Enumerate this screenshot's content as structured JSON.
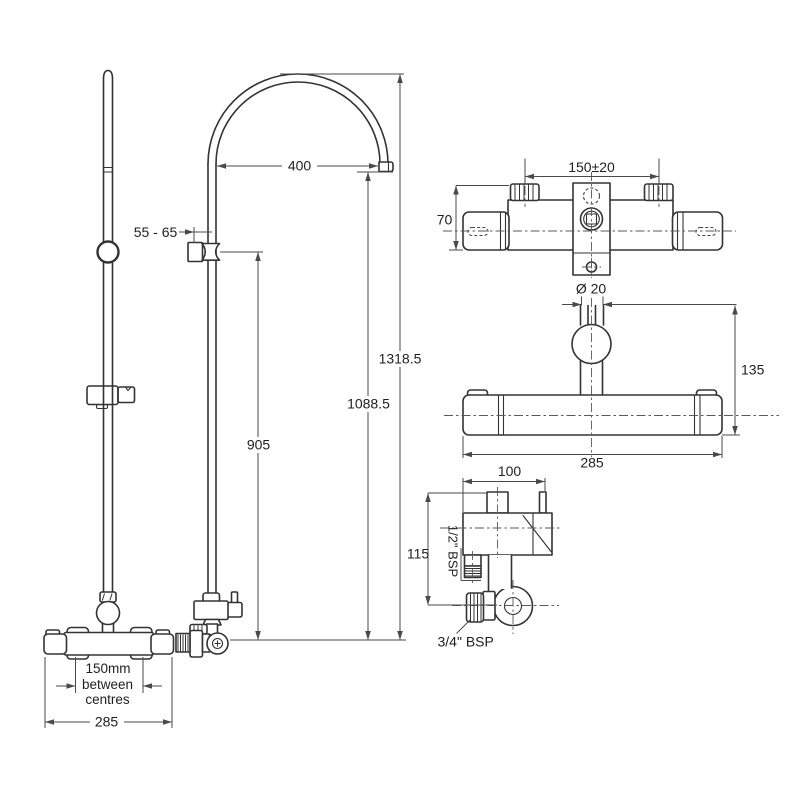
{
  "colors": {
    "background": "#ffffff",
    "part_line": "#333333",
    "dimension_line": "#4a4a4a"
  },
  "shower_front_view": {
    "arm_reach": "400",
    "bracket_offset": "55 - 65",
    "rail_height": "905",
    "head_height": "1088.5",
    "total_height": "1318.5",
    "centres_line1": "150mm",
    "centres_line2": "between",
    "centres_line3": "centres",
    "valve_width": "285"
  },
  "valve_top_view": {
    "inlet_centres": "150±20",
    "depth": "70"
  },
  "valve_front_view": {
    "pipe_diameter": "Ø 20",
    "height": "135",
    "width": "285"
  },
  "diverter_side_view": {
    "width": "100",
    "height": "115",
    "outlet_thread": "1/2\" BSP",
    "inlet_thread": "3/4\" BSP"
  }
}
